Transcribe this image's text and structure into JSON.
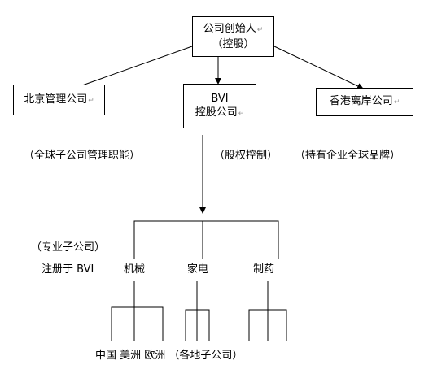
{
  "nodes": {
    "founder": {
      "line1": "公司创始人",
      "line2": "（控股）"
    },
    "beijing": {
      "label": "北京管理公司"
    },
    "bvi": {
      "line1": "BVI",
      "line2": "控股公司"
    },
    "hongkong": {
      "label": "香港离岸公司"
    }
  },
  "annotations": {
    "beijing_role": "（全球子公司管理职能）",
    "bvi_role": "（股权控制）",
    "hongkong_role": "（持有企业全球品牌）",
    "sub_title": "（专业子公司）",
    "registered": "注册于 BVI",
    "regions": "中国 美洲 欧洲 （各地子公司）"
  },
  "subsidiaries": [
    "机械",
    "家电",
    "制药"
  ],
  "paragraph_mark": "↵"
}
